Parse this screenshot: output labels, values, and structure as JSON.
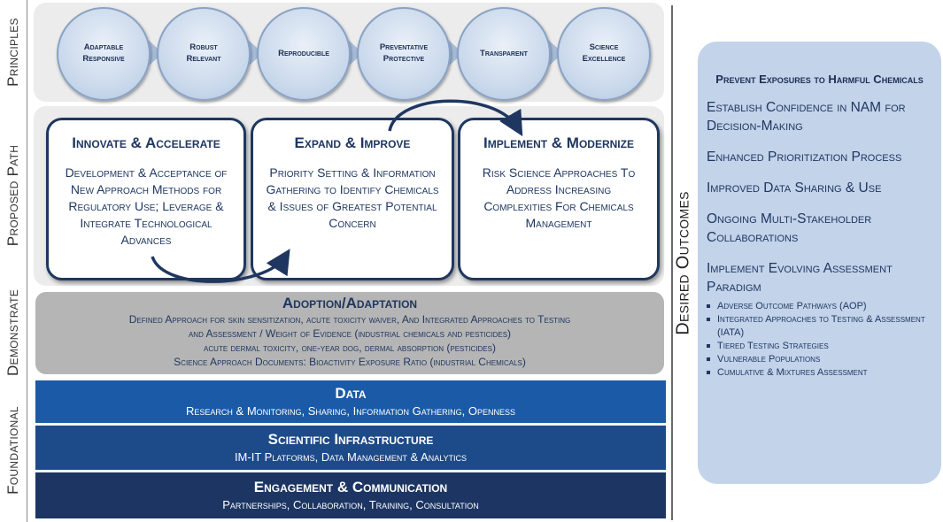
{
  "side_labels": {
    "principles": "Principles",
    "proposed_path": "Proposed Path",
    "demonstrate": "Demonstrate",
    "foundational": "Foundational",
    "desired_outcomes": "Desired Outcomes"
  },
  "principles": [
    {
      "line1": "Adaptable",
      "line2": "Responsive"
    },
    {
      "line1": "Robust",
      "line2": "Relevant"
    },
    {
      "line1": "Reproducible",
      "line2": ""
    },
    {
      "line1": "Preventative",
      "line2": "Protective"
    },
    {
      "line1": "Transparent",
      "line2": ""
    },
    {
      "line1": "Science",
      "line2": "Excellence"
    }
  ],
  "path": [
    {
      "title": "Innovate & Accelerate",
      "body": "Development & Acceptance of New Approach Methods for Regulatory Use; Leverage & Integrate Technological Advances"
    },
    {
      "title": "Expand & Improve",
      "body": "Priority Setting & Information Gathering to Identify Chemicals & Issues of Greatest Potential Concern"
    },
    {
      "title": "Implement & Modernize",
      "body": "Risk Science Approaches To Address Increasing Complexities For Chemicals Management"
    }
  ],
  "demonstrate": {
    "title": "Adoption/Adaptation",
    "lines": [
      "Defined Approach for skin sensitization, acute toxicity waiver, And Integrated Approaches to Testing",
      "and Assessment / Weight of Evidence (industrial chemicals and pesticides)",
      "acute dermal toxicity, one-year dog, dermal absorption (pesticides)",
      "Science Approach Documents: Bioactivity Exposure Ratio (industrial Chemicals)"
    ]
  },
  "foundational": [
    {
      "title": "Data",
      "sub": "Research & Monitoring, Sharing, Information Gathering, Openness",
      "color": "#1b5aa6"
    },
    {
      "title": "Scientific Infrastructure",
      "sub": "IM-IT Platforms, Data Management & Analytics",
      "color": "#1d4a88"
    },
    {
      "title": "Engagement & Communication",
      "sub": "Partnerships, Collaboration, Training, Consultation",
      "color": "#1c3563"
    }
  ],
  "outcomes": {
    "title": "Prevent Exposures to Harmful Chemicals",
    "items": [
      "Establish Confidence in NAM for Decision-Making",
      "Enhanced Prioritization Process",
      "Improved Data Sharing & Use",
      "Ongoing Multi-Stakeholder Collaborations",
      "Implement Evolving Assessment Paradigm"
    ],
    "subitems": [
      "Adverse Outcome Pathways (AOP)",
      "Integrated Approaches to Testing & Assessment (IATA)",
      "Tiered Testing Strategies",
      "Vulnerable Populations",
      "Cumulative & Mixtures Assessment"
    ]
  },
  "colors": {
    "navy": "#1f3760",
    "principle_fill": "#c6d6ea",
    "outcome_bg": "#c2d3ea",
    "demo_bg": "#b5b5b5"
  }
}
